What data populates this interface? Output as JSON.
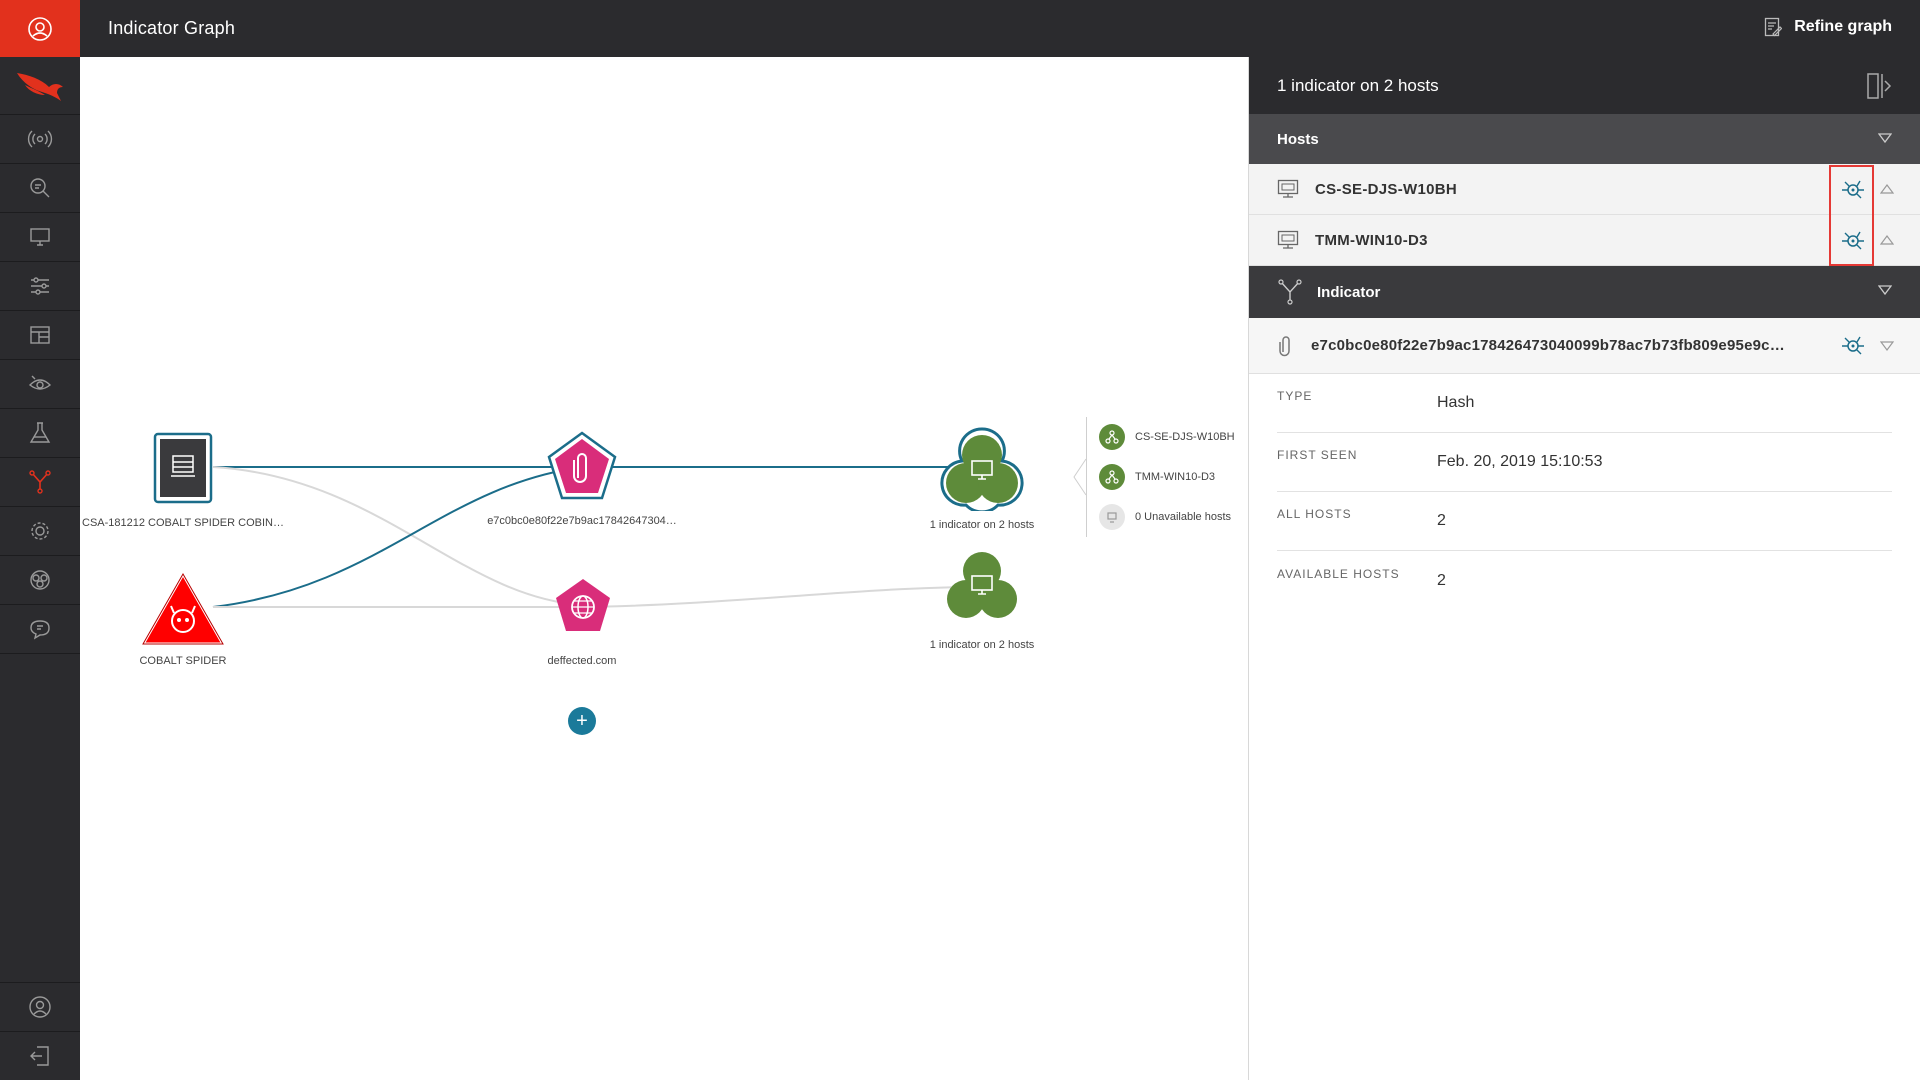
{
  "header": {
    "title": "Indicator Graph",
    "refine_label": "Refine graph"
  },
  "sidebar": {
    "top_icon": "user-circle-icon",
    "logo_icon": "falcon-logo-icon",
    "items": [
      {
        "icon": "broadcast-icon"
      },
      {
        "icon": "search-icon"
      },
      {
        "icon": "monitor-icon"
      },
      {
        "icon": "sliders-icon"
      },
      {
        "icon": "dashboard-icon"
      },
      {
        "icon": "eye-icon"
      },
      {
        "icon": "flask-icon"
      },
      {
        "icon": "graph-icon",
        "active": true
      },
      {
        "icon": "gear-icon"
      },
      {
        "icon": "biohazard-icon"
      },
      {
        "icon": "chat-icon"
      }
    ],
    "bottom_items": [
      {
        "icon": "user-icon"
      },
      {
        "icon": "logout-icon"
      }
    ]
  },
  "graph": {
    "nodes": {
      "report": {
        "label": "CSA-181212 COBALT SPIDER COBIN…"
      },
      "actor": {
        "label": "COBALT SPIDER"
      },
      "hash": {
        "label": "e7c0bc0e80f22e7b9ac17842647304…"
      },
      "domain": {
        "label": "deffected.com"
      },
      "hosts_top": {
        "label": "1 indicator on 2 hosts"
      },
      "hosts_bottom": {
        "label": "1 indicator on 2 hosts"
      }
    },
    "host_list": [
      {
        "label": "CS-SE-DJS-W10BH"
      },
      {
        "label": "TMM-WIN10-D3"
      },
      {
        "label": "0 Unavailable hosts"
      }
    ],
    "add_button_label": "+"
  },
  "panel": {
    "title": "1 indicator on 2 hosts",
    "hosts_section": "Hosts",
    "hosts": [
      {
        "name": "CS-SE-DJS-W10BH"
      },
      {
        "name": "TMM-WIN10-D3"
      }
    ],
    "indicator_section": "Indicator",
    "indicator_value": "e7c0bc0e80f22e7b9ac178426473040099b78ac7b73fb809e95e9c…",
    "details": [
      {
        "key": "TYPE",
        "value": "Hash"
      },
      {
        "key": "FIRST SEEN",
        "value": "Feb. 20, 2019 15:10:53"
      },
      {
        "key": "ALL HOSTS",
        "value": "2"
      },
      {
        "key": "AVAILABLE HOSTS",
        "value": "2"
      }
    ]
  },
  "colors": {
    "accent_red": "#e2311d",
    "magenta": "#d92d7a",
    "teal": "#1b6d8a",
    "green": "#5e8b3a",
    "dark_bg": "#2b2b2e"
  }
}
